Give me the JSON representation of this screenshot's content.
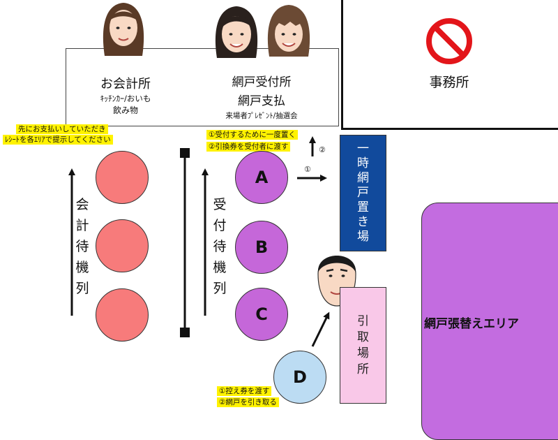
{
  "counters": {
    "payment_title": "お会計所",
    "payment_sub1": "ｷｯﾁﾝｶｰ/おいも",
    "payment_sub2": "飲み物",
    "reception_title1": "網戸受付所",
    "reception_title2": "網戸支払",
    "reception_sub": "来場者ﾌﾟﾚｾﾞﾝﾄ/抽選会"
  },
  "office": {
    "label": "事務所",
    "icon": "no-entry-icon"
  },
  "notes": {
    "payment_line1": "先にお支払いしていただき",
    "payment_line2": "ﾚｼｰﾄを各ｴﾘｱで提示してください",
    "reception_line1": "①受付するために一度置く",
    "reception_line2": "②引換券を受付者に渡す",
    "pickup_line1": "①控え券を渡す",
    "pickup_line2": "②網戸を引き取る"
  },
  "queues": {
    "payment_label": [
      "会",
      "計",
      "待",
      "機",
      "列"
    ],
    "reception_label": [
      "受",
      "付",
      "待",
      "機",
      "列"
    ]
  },
  "stations": {
    "a": "A",
    "b": "B",
    "c": "C",
    "d": "D"
  },
  "arrows": {
    "step1": "①",
    "step2": "②"
  },
  "areas": {
    "temp_storage": [
      "一",
      "時",
      "網",
      "戸",
      "置",
      "き",
      "場"
    ],
    "pickup": [
      "引",
      "取",
      "場",
      "所"
    ],
    "replace": "網戸張替えエリア"
  },
  "colors": {
    "payment_circle": "#f77b7b",
    "station_circle": "#c567d9",
    "station_d": "#bcdcf3",
    "temp_storage": "#114a9c",
    "pickup": "#f9c8e8",
    "replace": "#c36ce0",
    "note": "#fff200"
  }
}
